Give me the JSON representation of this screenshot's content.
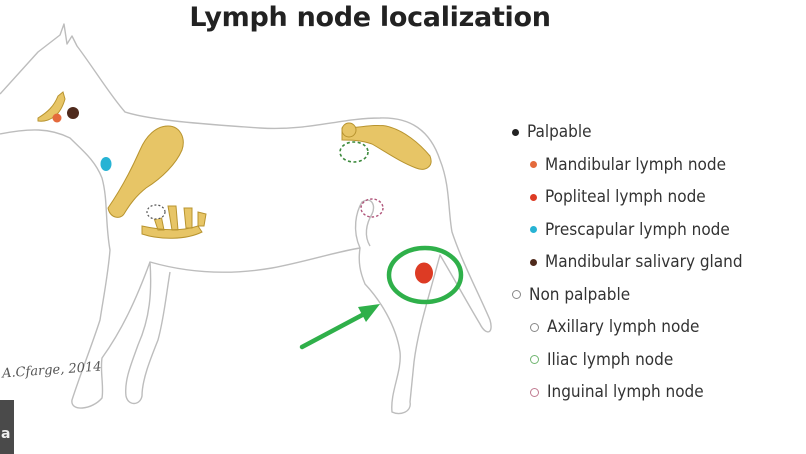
{
  "title": "Lymph node localization",
  "signature": "A.Cfarge, 2014",
  "corner_glyph": "a",
  "colors": {
    "mandibular_lymph_node": "#e46a3c",
    "popliteal_lymph_node": "#dd3b24",
    "prescapular_lymph_node": "#27b3d4",
    "mandibular_salivary_gland": "#4f2a1c",
    "bone": "#e7c566",
    "highlight": "#2fb04a"
  },
  "legend": {
    "palpable": "Palpable",
    "palpable_items": [
      {
        "label": "Mandibular lymph node",
        "color": "#e46a3c"
      },
      {
        "label": "Popliteal lymph node",
        "color": "#dd3b24"
      },
      {
        "label": "Prescapular lymph node",
        "color": "#27b3d4"
      },
      {
        "label": "Mandibular salivary gland",
        "color": "#4f2a1c"
      }
    ],
    "non_palpable": "Non palpable",
    "non_palpable_items": [
      {
        "label": "Axillary lymph node"
      },
      {
        "label": "Iliac lymph node"
      },
      {
        "label": "Inguinal lymph node"
      }
    ]
  }
}
